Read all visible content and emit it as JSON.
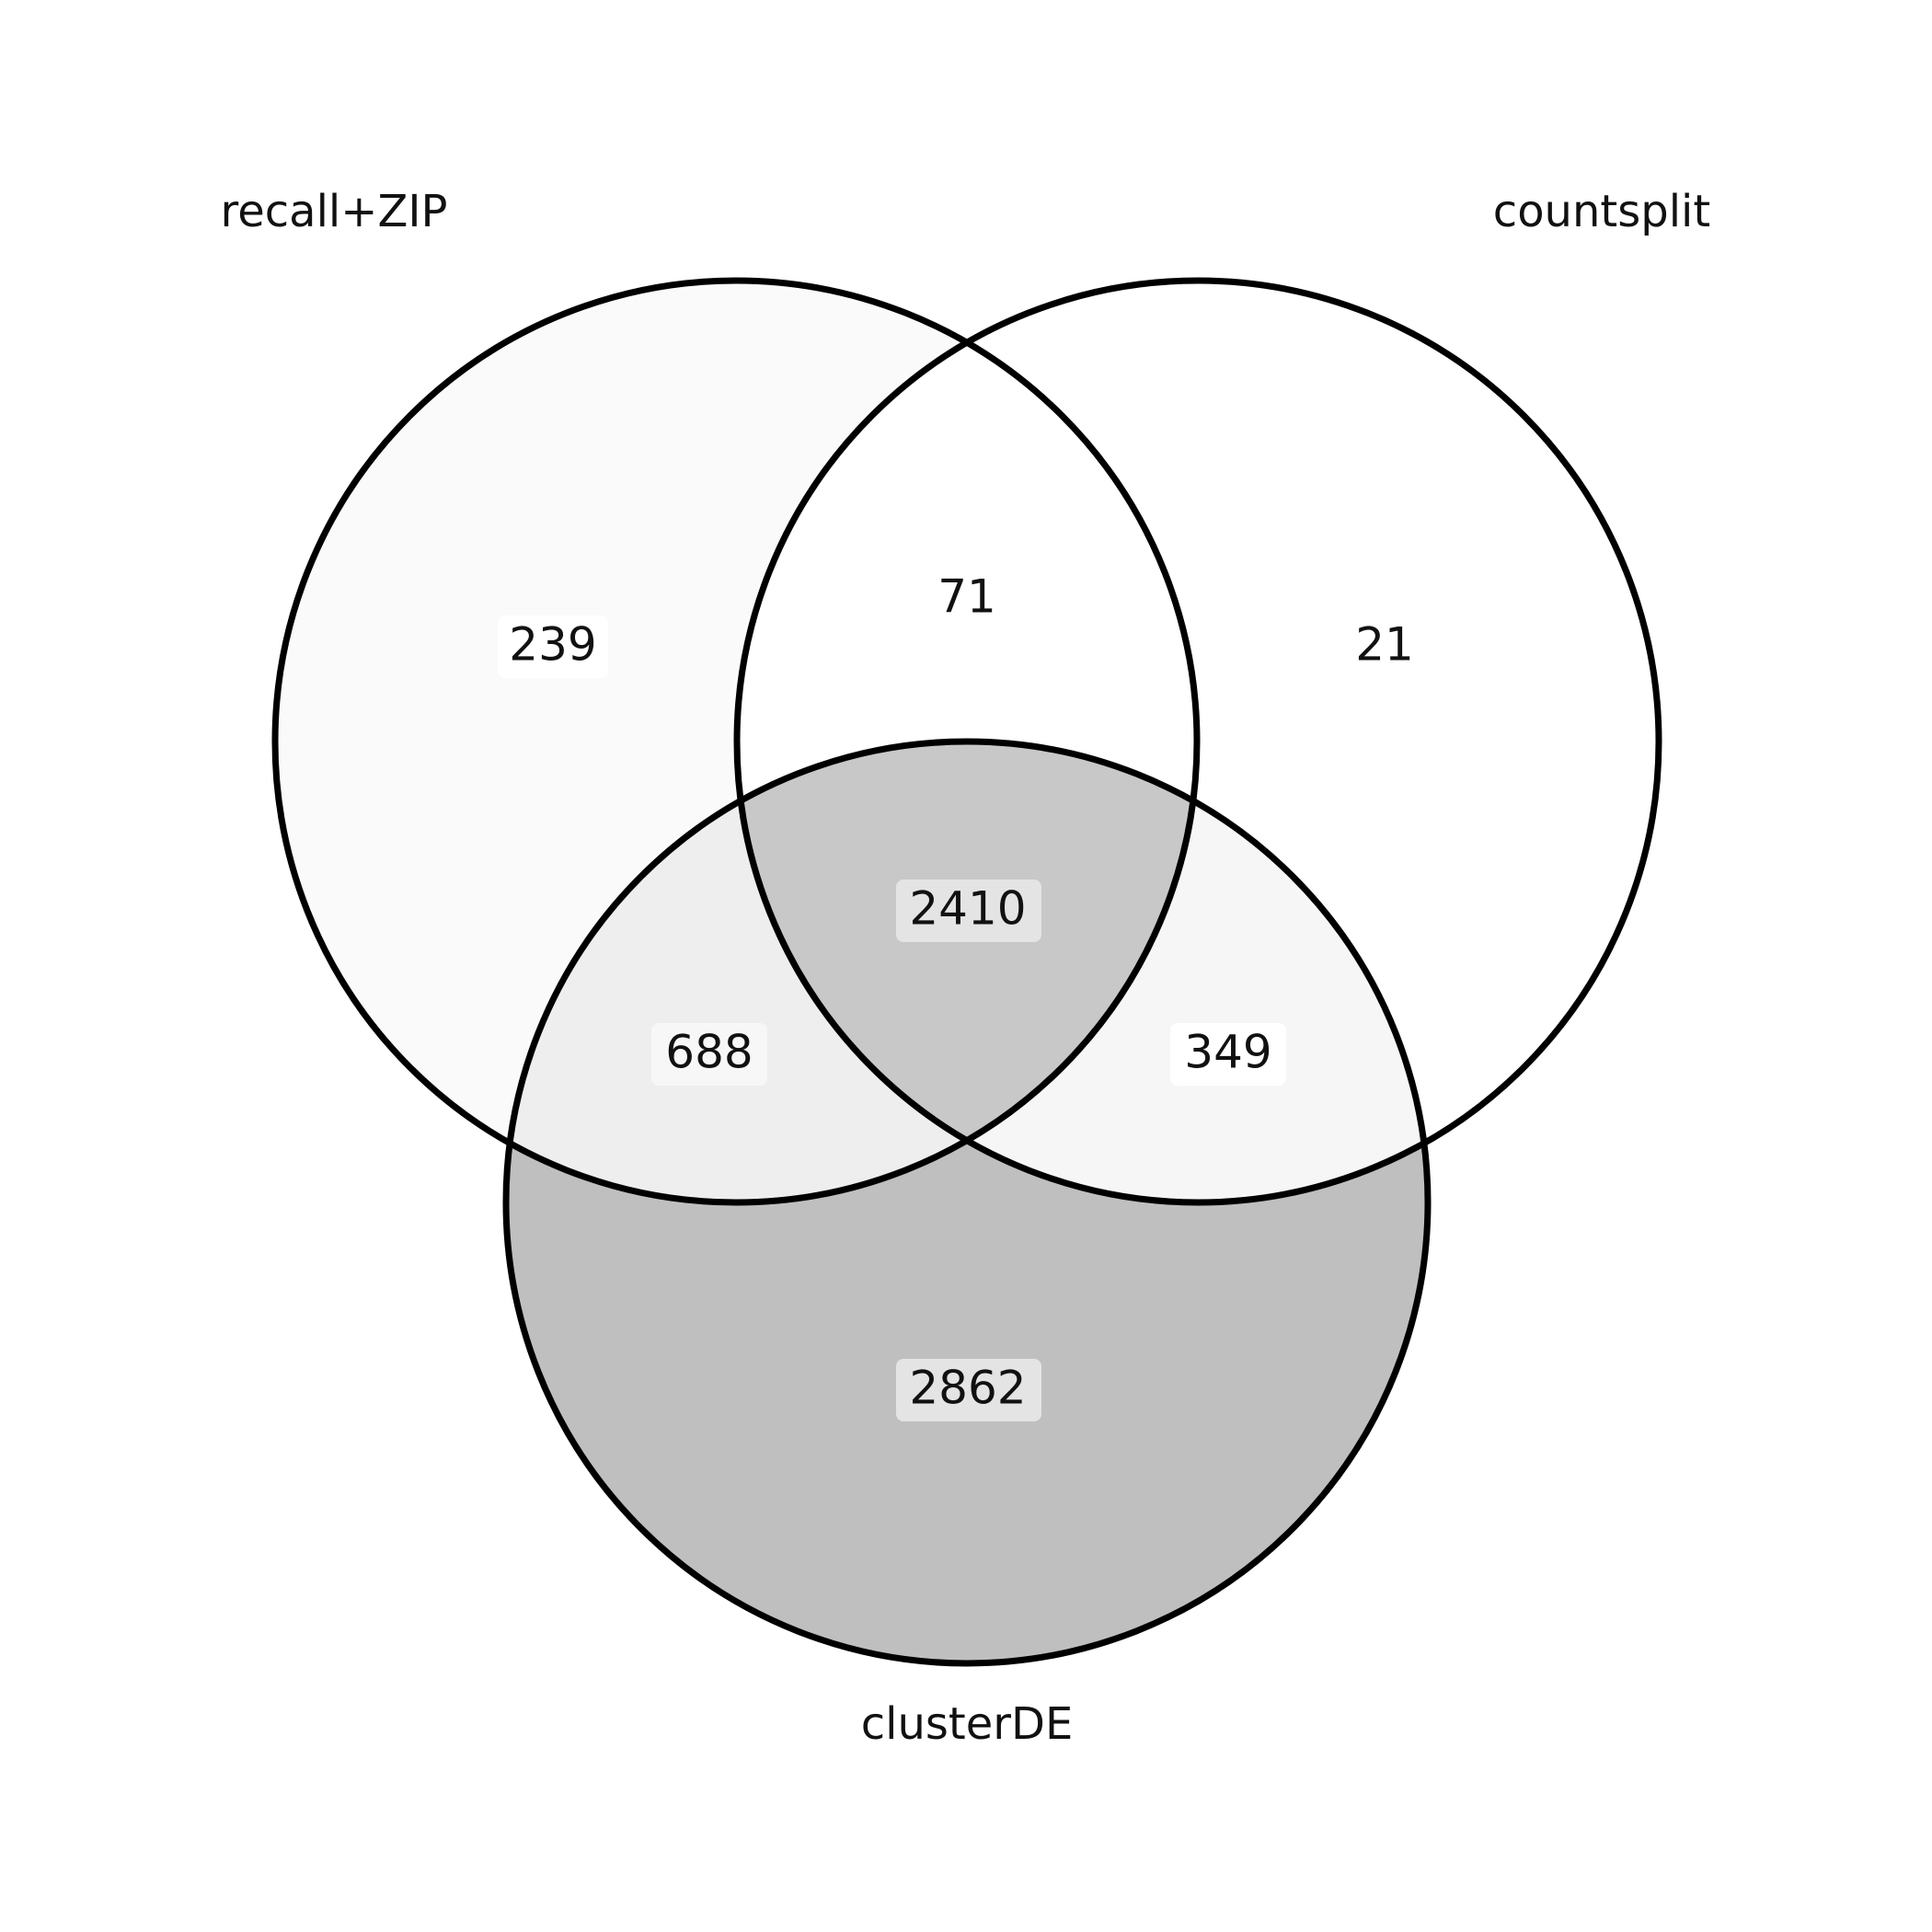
{
  "sets": [
    {
      "key": "A",
      "name": "recall+ZIP"
    },
    {
      "key": "B",
      "name": "countsplit"
    },
    {
      "key": "C",
      "name": "clusterDE"
    }
  ],
  "regions": [
    {
      "id": "A_only",
      "count": "239",
      "fill": "#fafafa",
      "box": "#ffffff"
    },
    {
      "id": "B_only",
      "count": "21",
      "fill": "#ffffff",
      "box": "#ffffff"
    },
    {
      "id": "AB",
      "count": "71",
      "fill": "#ffffff",
      "box": "#ffffff"
    },
    {
      "id": "AC",
      "count": "688",
      "fill": "#eeeeee",
      "box": "#f7f7f7"
    },
    {
      "id": "BC",
      "count": "349",
      "fill": "#f6f6f6",
      "box": "#ffffff"
    },
    {
      "id": "ABC",
      "count": "2410",
      "fill": "#c8c8c8",
      "box": "#e4e4e4"
    },
    {
      "id": "C_only",
      "count": "2862",
      "fill": "#bfbfbf",
      "box": "#e4e4e4"
    }
  ]
}
